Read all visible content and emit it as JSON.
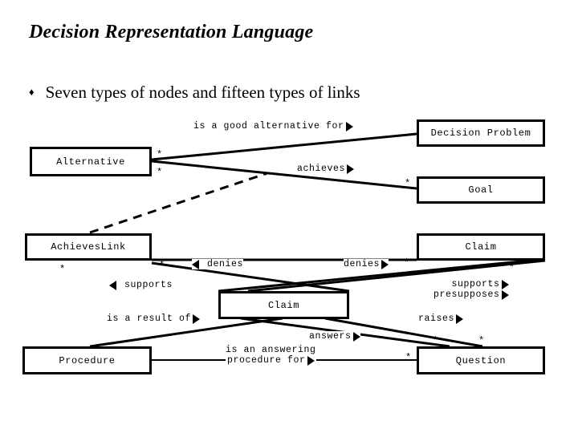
{
  "slide": {
    "title": "Decision Representation Language",
    "bullet_glyph": "♦",
    "bullet_text": "Seven types of nodes and fifteen types of links",
    "background_color": "#ffffff",
    "ink_color": "#000000"
  },
  "nodes": [
    {
      "id": "alternative",
      "label": "Alternative"
    },
    {
      "id": "decision-problem",
      "label": "Decision Problem"
    },
    {
      "id": "goal",
      "label": "Goal"
    },
    {
      "id": "achieves-link",
      "label": "AchievesLink"
    },
    {
      "id": "claim-right",
      "label": "Claim"
    },
    {
      "id": "claim-center",
      "label": "Claim"
    },
    {
      "id": "procedure",
      "label": "Procedure"
    },
    {
      "id": "question",
      "label": "Question"
    }
  ],
  "edge_labels": {
    "is_a_good_alternative_for": "is a good alternative for",
    "achieves": "achieves",
    "denies_left": "denies",
    "denies_right": "denies",
    "supports_left": "supports",
    "supports_right": "supports",
    "presupposes": "presupposes",
    "is_a_result_of": "is a result of",
    "raises": "raises",
    "answers": "answers",
    "is_an_answering_line1": "is an answering",
    "is_an_answering_line2": "procedure for"
  },
  "multiplicities": {
    "star": "*"
  }
}
